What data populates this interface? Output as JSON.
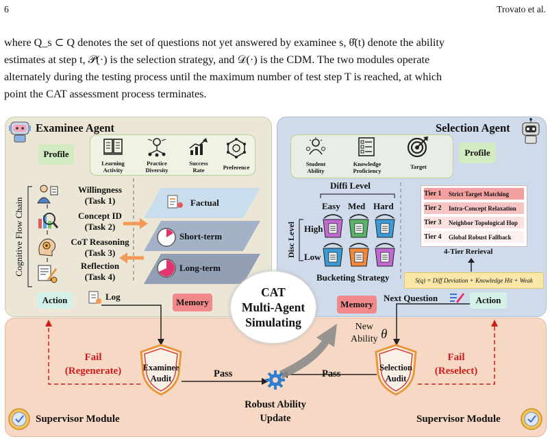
{
  "header": {
    "page_number": "6",
    "running_head": "Trovato et al."
  },
  "paragraph": {
    "line1": "where Q_s ⊂ Q denotes the set of questions not yet answered by examinee s, θ̂(t) denote the ability",
    "line2": "estimates at step t, 𝒫(·) is the selection strategy, and 𝒟(·) is the CDM. The two modules operate",
    "line3": "alternately during the testing process until the maximum number of test step T is reached, at which",
    "line4": "point the CAT assessment process terminates."
  },
  "figure": {
    "examinee": {
      "title": "Examinee Agent",
      "profile_label": "Profile",
      "attributes": [
        "Learning Activity",
        "Practice Diversity",
        "Success Rate",
        "Preference"
      ],
      "attribute_icons": [
        "book-icon",
        "network-icon",
        "growth-chart-icon",
        "hexagon-network-icon"
      ],
      "chain_label": "Cognitive Flow Chain",
      "tasks": [
        {
          "name": "Willingness",
          "task": "(Task 1)"
        },
        {
          "name": "Concept ID",
          "task": "(Task 2)"
        },
        {
          "name": "CoT Reasoning",
          "task": "(Task 3)"
        },
        {
          "name": "Reflection",
          "task": "(Task 4)"
        }
      ],
      "memory_layers": [
        "Factual",
        "Short-term",
        "Long-term"
      ],
      "action_label": "Action",
      "log_label": "Log",
      "memory_label": "Memory"
    },
    "selection": {
      "title": "Selection Agent",
      "profile_label": "Profile",
      "attributes": [
        "Student Ability",
        "Knowledge Proficiency",
        "Target"
      ],
      "diffi_level": "Diffi Level",
      "difficulty": [
        "Easy",
        "Med",
        "Hard"
      ],
      "disc_level": "Disc Level",
      "discrimination": [
        "High",
        "Low"
      ],
      "bucketing": "Bucketing Strategy",
      "tiers": [
        {
          "tier": "Tier 1",
          "text": "Strict Target Matching",
          "color": "#f2a0a0"
        },
        {
          "tier": "Tier 2",
          "text": "Intra-Concept Relaxation",
          "color": "#f7c4c4"
        },
        {
          "tier": "Tier 3",
          "text": "Neighbor Topological Hop",
          "color": "#fbe0e0"
        },
        {
          "tier": "Tier 4",
          "text": "Global Robust Fallback",
          "color": "#fdf0f0"
        }
      ],
      "retrieval_label": "4-Tier Rerieval",
      "formula": "S(q) = Diff Deviation + Knowledge Hit + Weak",
      "memory_label": "Memory",
      "next_question": "Next Question",
      "action_label": "Action"
    },
    "center": {
      "line1": "CAT",
      "line2": "Multi-Agent",
      "line3": "Simulating"
    },
    "supervisor": {
      "examinee_audit": "Examinee Audit",
      "selection_audit": "Selection Audit",
      "fail_left_1": "Fail",
      "fail_left_2": "(Regenerate)",
      "fail_right_1": "Fail",
      "fail_right_2": "(Reselect)",
      "pass": "Pass",
      "update_1": "Robust Ability",
      "update_2": "Update",
      "new_ability_1": "New",
      "new_ability_2": "Ability",
      "theta": "θ",
      "module_label": "Supervisor Module"
    },
    "colors": {
      "examinee_bg": "#ebe6d6",
      "selection_bg": "#cfdaea",
      "supervisor_bg": "#f6d8c4",
      "profile_green": "#d3ebc0",
      "memory_red": "#f08a8a",
      "action_mint": "#d4f1e8",
      "fail_red": "#d01b1b",
      "arrow_orange": "#f29a55"
    }
  }
}
